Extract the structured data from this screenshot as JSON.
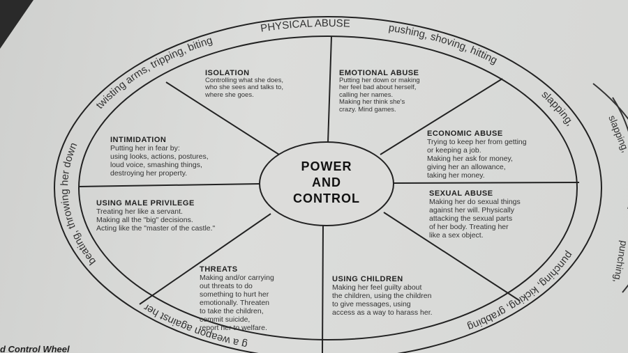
{
  "center_title": [
    "POWER",
    "AND",
    "CONTROL"
  ],
  "caption": "ud Control Wheel",
  "ring": {
    "weapon": "g a weapon against her",
    "beating": "beating, throwing her down",
    "twisting": "twisting arms, tripping, biting",
    "physical": "PHYSICAL ABUSE",
    "pushing": "pushing, shoving, hitting",
    "slapping": "slapping,",
    "punching": "punching, kicking, grabbing"
  },
  "back_page": {
    "slapping": "slapping,",
    "punching": "punching,"
  },
  "sections": {
    "isolation": {
      "title": "ISOLATION",
      "lines": [
        "Controlling what she does,",
        "who she sees and talks to,",
        "where she goes."
      ]
    },
    "emotional": {
      "title": "EMOTIONAL ABUSE",
      "lines": [
        "Putting her down or making",
        "her feel bad about herself,",
        "calling her names.",
        "Making her think she's",
        "crazy.  Mind games."
      ]
    },
    "intimidation": {
      "title": "INTIMIDATION",
      "lines": [
        "Putting her in fear by:",
        "using looks, actions, postures,",
        "loud voice, smashing things,",
        "destroying her property."
      ]
    },
    "economic": {
      "title": "ECONOMIC ABUSE",
      "lines": [
        "Trying to keep her from getting",
        "or keeping a job.",
        "Making her ask for money,",
        "giving her an allowance,",
        "taking her money."
      ]
    },
    "male_privilege": {
      "title": "USING MALE PRIVILEGE",
      "lines": [
        "Treating her like a servant.",
        "Making all the \"big\" decisions.",
        "Acting like the \"master of the castle.\""
      ]
    },
    "sexual": {
      "title": "SEXUAL ABUSE",
      "lines": [
        "Making her do sexual things",
        "against her will.  Physically",
        "attacking the sexual parts",
        "of her body.  Treating her",
        "like a sex object."
      ]
    },
    "threats": {
      "title": "THREATS",
      "lines": [
        "Making and/or carrying",
        "out threats to do",
        "something to hurt her",
        "emotionally.  Threaten",
        "to take the children,",
        "commit suicide,",
        "report her to welfare."
      ]
    },
    "children": {
      "title": "USING CHILDREN",
      "lines": [
        "Making her feel guilty about",
        "the children, using the children",
        "to give messages, using",
        "access as a way to harass her."
      ]
    }
  }
}
